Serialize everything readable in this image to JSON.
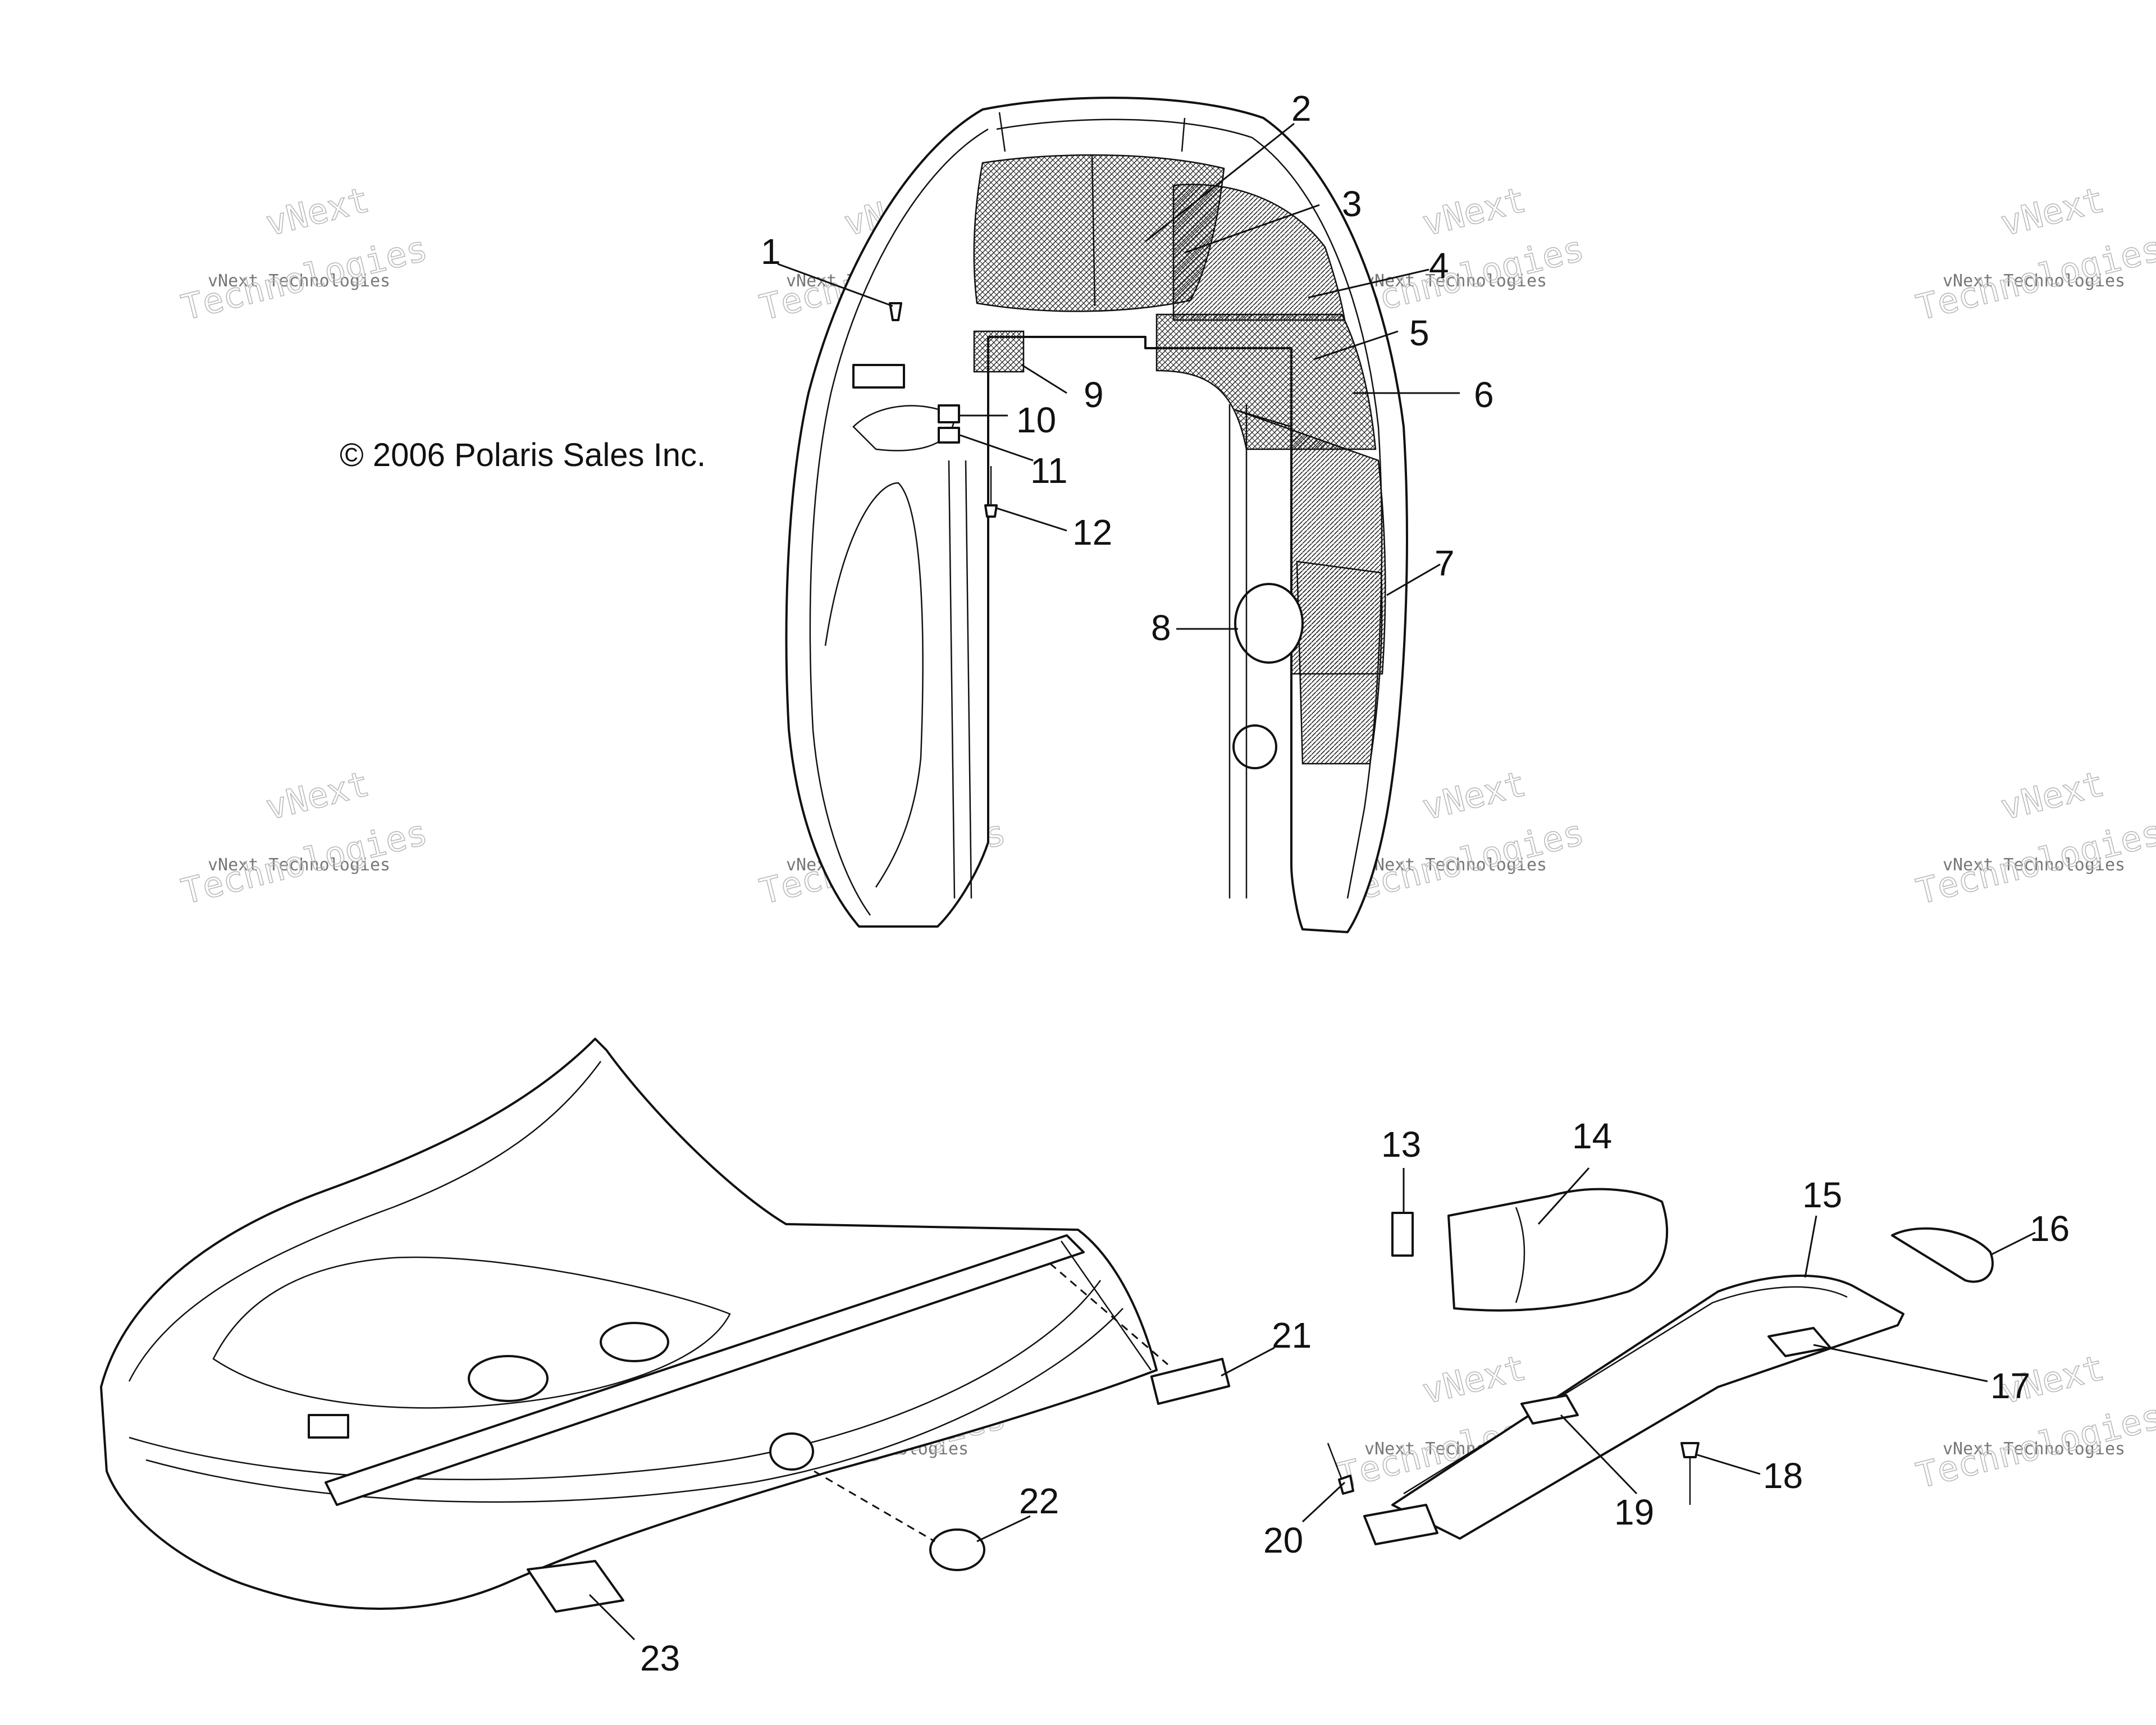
{
  "copyright": "© 2006 Polaris Sales Inc.",
  "watermark": {
    "line1": "vNext",
    "line2": "vNext Technologies",
    "line3": "Technologies"
  },
  "callouts": [
    {
      "id": "1",
      "label": "1"
    },
    {
      "id": "2",
      "label": "2"
    },
    {
      "id": "3",
      "label": "3"
    },
    {
      "id": "4",
      "label": "4"
    },
    {
      "id": "5",
      "label": "5"
    },
    {
      "id": "6",
      "label": "6"
    },
    {
      "id": "7",
      "label": "7"
    },
    {
      "id": "8",
      "label": "8"
    },
    {
      "id": "9",
      "label": "9"
    },
    {
      "id": "10",
      "label": "10"
    },
    {
      "id": "11",
      "label": "11"
    },
    {
      "id": "12",
      "label": "12"
    },
    {
      "id": "13",
      "label": "13"
    },
    {
      "id": "14",
      "label": "14"
    },
    {
      "id": "15",
      "label": "15"
    },
    {
      "id": "16",
      "label": "16"
    },
    {
      "id": "17",
      "label": "17"
    },
    {
      "id": "18",
      "label": "18"
    },
    {
      "id": "19",
      "label": "19"
    },
    {
      "id": "20",
      "label": "20"
    },
    {
      "id": "21",
      "label": "21"
    },
    {
      "id": "22",
      "label": "22"
    },
    {
      "id": "23",
      "label": "23"
    }
  ]
}
